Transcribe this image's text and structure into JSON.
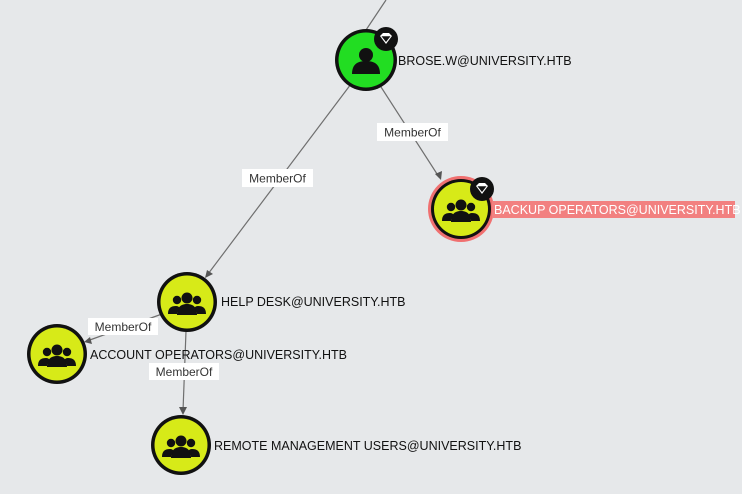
{
  "graph": {
    "colors": {
      "background": "#e6e8ea",
      "user_node": "#22dd22",
      "group_node": "#d7ea18",
      "selected_ring": "#f07070",
      "highlight_label_bg": "#f28080"
    },
    "nodes": {
      "brose": {
        "label": "BROSE.W@UNIVERSITY.HTB",
        "kind": "user",
        "badge": "gem-icon"
      },
      "backup_operators": {
        "label": "BACKUP OPERATORS@UNIVERSITY.HTB",
        "kind": "group",
        "badge": "gem-icon",
        "selected": true
      },
      "help_desk": {
        "label": "HELP DESK@UNIVERSITY.HTB",
        "kind": "group"
      },
      "account_operators": {
        "label": "ACCOUNT OPERATORS@UNIVERSITY.HTB",
        "kind": "group"
      },
      "remote_management_users": {
        "label": "REMOTE MANAGEMENT USERS@UNIVERSITY.HTB",
        "kind": "group"
      }
    },
    "edges": {
      "brose_to_backup": {
        "label": "MemberOf"
      },
      "brose_to_helpdesk": {
        "label": "MemberOf"
      },
      "helpdesk_to_account": {
        "label": "MemberOf"
      },
      "helpdesk_to_remote": {
        "label": "MemberOf"
      }
    }
  }
}
